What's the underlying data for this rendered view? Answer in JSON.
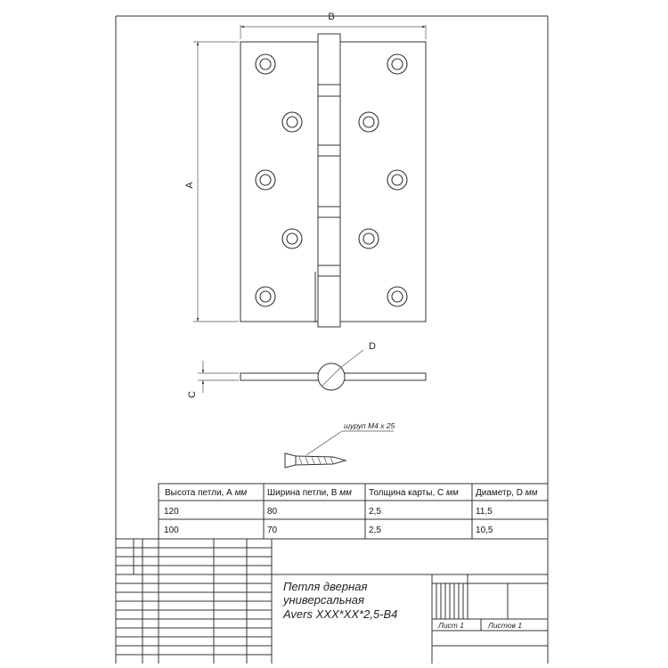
{
  "dimensions": {
    "width_label": "B",
    "height_label": "A",
    "diameter_label": "D",
    "thickness_label": "C"
  },
  "screw_label": "шуруп М4 x 25",
  "table": {
    "headers": [
      {
        "label": "Высота петли, А",
        "unit": "мм"
      },
      {
        "label": "Ширина петли, В",
        "unit": "мм"
      },
      {
        "label": "Толщина карты, С",
        "unit": "мм"
      },
      {
        "label": "Диаметр, D",
        "unit": "мм"
      }
    ],
    "rows": [
      [
        "120",
        "80",
        "2,5",
        "11,5"
      ],
      [
        "100",
        "70",
        "2,5",
        "10,5"
      ]
    ]
  },
  "title_block": {
    "title_lines": [
      "Петля дверная",
      "универсальная",
      "Avers XXX*XX*2,5-B4"
    ],
    "sheet_label": "Лист 1",
    "sheets_label": "Листов 1"
  }
}
